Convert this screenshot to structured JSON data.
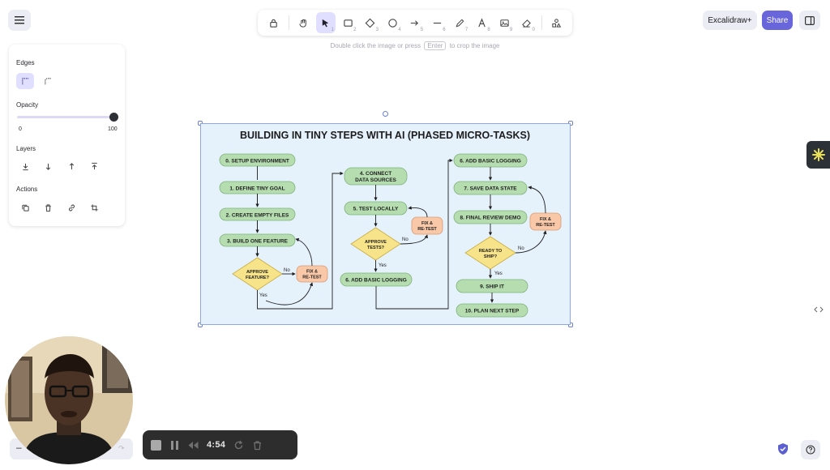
{
  "toolbar": {
    "tools": [
      {
        "name": "lock",
        "key": ""
      },
      {
        "name": "hand",
        "key": ""
      },
      {
        "name": "selection",
        "key": "1"
      },
      {
        "name": "rectangle",
        "key": "2"
      },
      {
        "name": "diamond",
        "key": "3"
      },
      {
        "name": "ellipse",
        "key": "4"
      },
      {
        "name": "arrow",
        "key": "5"
      },
      {
        "name": "line",
        "key": "6"
      },
      {
        "name": "draw",
        "key": "7"
      },
      {
        "name": "text",
        "key": "8"
      },
      {
        "name": "image",
        "key": "9"
      },
      {
        "name": "eraser",
        "key": "0"
      },
      {
        "name": "extra-tools",
        "key": ""
      }
    ],
    "active_tool": "selection",
    "hint_prefix": "Double click the image or press",
    "hint_key": "Enter",
    "hint_suffix": "to crop the image"
  },
  "header": {
    "plus_label": "Excalidraw+",
    "share_label": "Share"
  },
  "panel": {
    "edges_title": "Edges",
    "opacity_title": "Opacity",
    "opacity_min": "0",
    "opacity_max": "100",
    "opacity_value": 100,
    "layers_title": "Layers",
    "actions_title": "Actions"
  },
  "flowchart": {
    "title": "BUILDING IN TINY STEPS WITH AI (PHASED MICRO-TASKS)",
    "col1": [
      "0. SETUP ENVIRONMENT",
      "1. DEFINE TINY GOAL",
      "2. CREATE EMPTY FILES",
      "3. BUILD ONE FEATURE"
    ],
    "col1_decision": [
      "APPROVE",
      "FEATURE?"
    ],
    "col2": [
      "4. CONNECT",
      "DATA SOURCES",
      "5. TEST LOCALLY",
      "6. ADD BASIC LOGGING"
    ],
    "col2_decision": [
      "APPROVE",
      "TESTS?"
    ],
    "col3": [
      "6. ADD BASIC LOGGING",
      "7. SAVE DATA STATE",
      "8. FINAL REVIEW DEMO",
      "9. SHIP IT",
      "10. PLAN NEXT STEP"
    ],
    "col3_decision": [
      "READY TO",
      "SHIP?"
    ],
    "fix_label_1": "FIX &",
    "fix_label_2": "RE-TEST",
    "yes": "Yes",
    "no": "No"
  },
  "recorder": {
    "time": "4:54"
  },
  "colors": {
    "accent": "#6965db",
    "node_green": "#b5ddb0",
    "node_green_border": "#7fb27a",
    "decision_yellow": "#f7e38a",
    "fix_orange": "#f8c8a8",
    "image_bg": "#e5f1fb"
  }
}
